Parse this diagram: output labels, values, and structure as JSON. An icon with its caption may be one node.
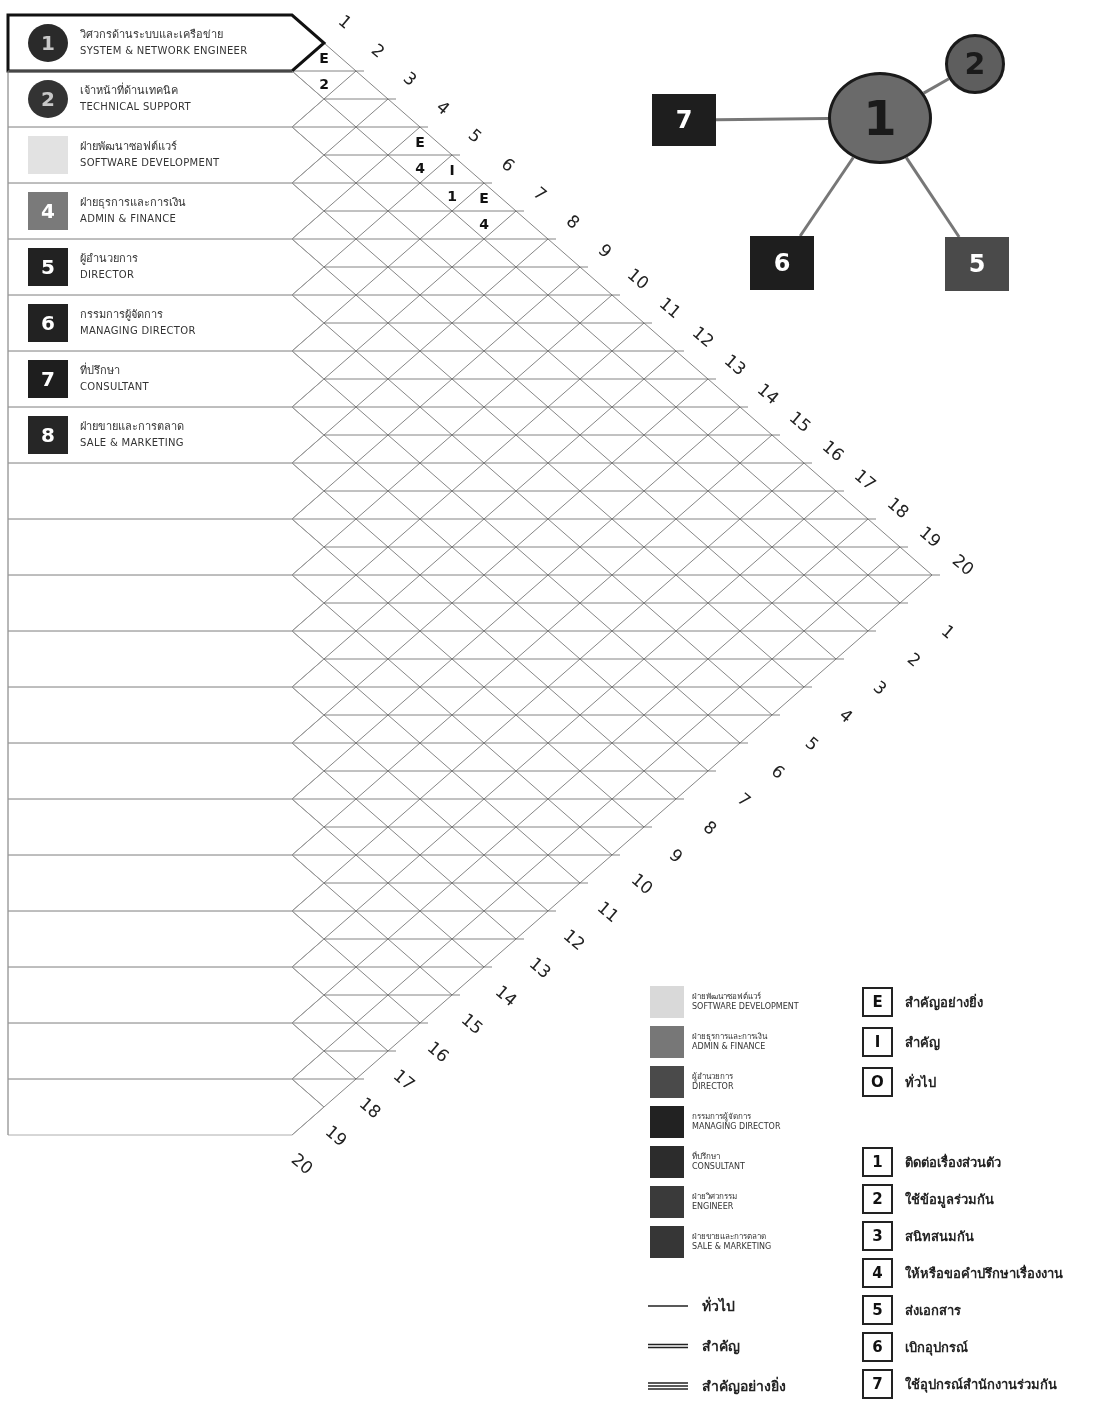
{
  "diagram": {
    "nodes": [
      {
        "text": [
          "1",
          "วิศวกรด้านระบบและเครือข่าย",
          "SYSTEM & NETWORK ENGINEER"
        ]
      },
      {
        "text": [
          "2",
          "เจ้าหน้าที่ด้านเทคนิค",
          "TECHNICAL SUPPORT"
        ]
      },
      {
        "text": [
          "ฝ่ายพัฒนาซอฟต์แวร์",
          "SOFTWARE DEVELOPMENT"
        ]
      },
      {
        "text": [
          "4",
          "ฝ่ายธุรการและการเงิน",
          "ADMIN & FINANCE"
        ]
      },
      {
        "text": [
          "5",
          "ผู้อำนวยการ",
          "DIRECTOR"
        ]
      },
      {
        "text": [
          "6",
          "กรรมการผู้จัดการ",
          "MANAGING DIRECTOR"
        ]
      },
      {
        "text": [
          "7",
          "ที่ปรึกษา",
          "CONSULTANT"
        ]
      },
      {
        "text": [
          "8",
          "ฝ่ายขายและการตลาด",
          "SALE & MARKETING"
        ]
      },
      {
        "text": [],
        "shape": "box"
      },
      {
        "text": [],
        "shape": "box"
      },
      {
        "text": [],
        "shape": "box"
      },
      {
        "text": [],
        "shape": "box"
      },
      {
        "text": [],
        "shape": "box"
      },
      {
        "text": [],
        "shape": "box"
      },
      {
        "text": [],
        "shape": "box"
      },
      {
        "text": [],
        "shape": "box"
      },
      {
        "text": [],
        "shape": "box"
      },
      {
        "text": [],
        "shape": "box"
      },
      {
        "text": [],
        "shape": "box"
      },
      {
        "text": [],
        "shape": "box"
      },
      {
        "text": [
          "2"
        ]
      },
      {
        "text": [
          "7"
        ]
      },
      {
        "text": [
          "1"
        ]
      },
      {
        "text": [
          "6"
        ]
      },
      {
        "text": [
          "5"
        ]
      }
    ],
    "edges": [
      {
        "from": 22,
        "to": 20,
        "arrow": "none"
      },
      {
        "from": 22,
        "to": 21,
        "arrow": "none"
      },
      {
        "from": 22,
        "to": 23,
        "arrow": "none"
      },
      {
        "from": 22,
        "to": 24,
        "arrow": "none"
      }
    ],
    "labels": [
      "1",
      "2",
      "3",
      "4",
      "5",
      "6",
      "7",
      "8",
      "9",
      "10",
      "11",
      "12",
      "13",
      "14",
      "15",
      "16",
      "17",
      "18",
      "19",
      "20",
      "1",
      "2",
      "3",
      "4",
      "5",
      "6",
      "7",
      "8",
      "9",
      "10",
      "11",
      "12",
      "13",
      "14",
      "15",
      "16",
      "17",
      "18",
      "19",
      "20",
      "E",
      "2",
      "E",
      "4",
      "I",
      "1",
      "E",
      "4",
      "E",
      "สำคัญอย่างยิ่ง",
      "I",
      "สำคัญ",
      "O",
      "ทั่วไป",
      "1",
      "ติดต่อเรื่องส่วนตัว",
      "2",
      "ใช้ข้อมูลร่วมกัน",
      "3",
      "สนิทสนมกัน",
      "4",
      "ให้หรือขอคำปรึกษาเรื่องงาน",
      "5",
      "ส่งเอกสาร",
      "6",
      "เบิกอุปกรณ์",
      "7",
      "ใช้อุปกรณ์สำนักงานร่วมกัน"
    ],
    "legend": [
      {
        "text": "ฝ่ายพัฒนาซอฟต์แวร์ SOFTWARE DEVELOPMENT",
        "color": "#d9d9d9"
      },
      {
        "text": "ฝ่ายธุรการและการเงิน ADMIN & FINANCE",
        "color": "#777777"
      },
      {
        "text": "ผู้อำนวยการ DIRECTOR",
        "color": "#4a4a4a"
      },
      {
        "text": "กรรมการผู้จัดการ MANAGING DIRECTOR",
        "color": "#222222"
      },
      {
        "text": "ที่ปรึกษา CONSULTANT",
        "color": "#2c2c2c"
      },
      {
        "text": "ฝ่ายวิศวกรรม ENGINEER",
        "color": "#3a3a3a"
      },
      {
        "text": "ฝ่ายขายและการตลาด SALE & MARKETING",
        "color": "#363636"
      },
      {
        "text": "ทั่วไป"
      },
      {
        "text": "สำคัญ"
      },
      {
        "text": "สำคัญอย่างยิ่ง"
      }
    ]
  }
}
